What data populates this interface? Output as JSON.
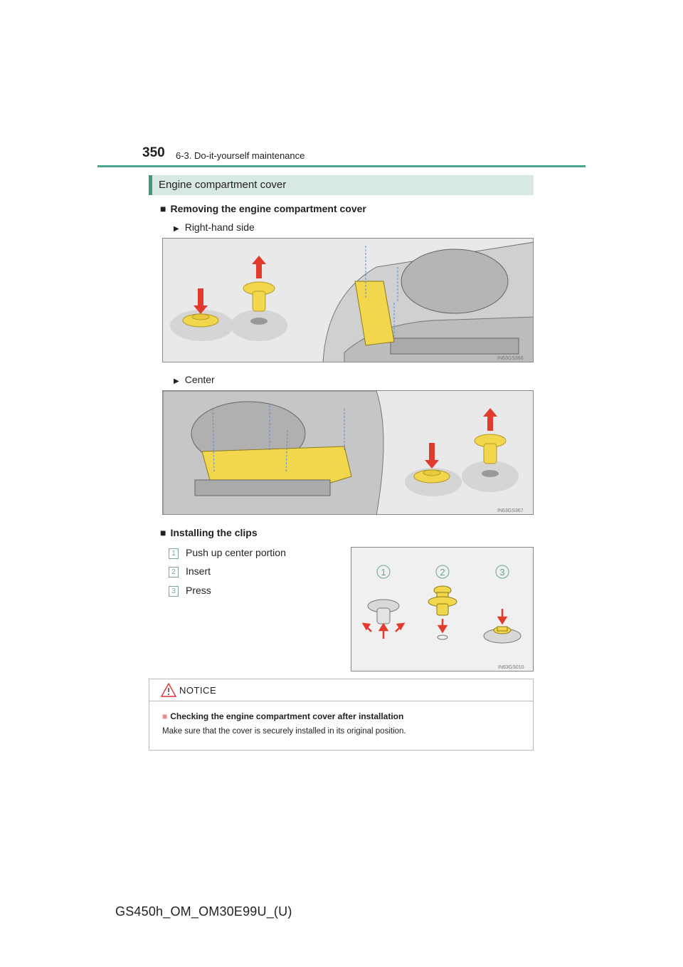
{
  "header": {
    "page_number": "350",
    "section": "6-3. Do-it-yourself maintenance"
  },
  "section_title": "Engine compartment cover",
  "removing": {
    "heading": "Removing the engine compartment cover",
    "right_side_label": "Right-hand side",
    "right_side_image_code": "IN63GS366",
    "center_label": "Center",
    "center_image_code": "IN63GS367"
  },
  "installing": {
    "heading": "Installing the clips",
    "steps": [
      {
        "num": "1",
        "text": "Push up center portion"
      },
      {
        "num": "2",
        "text": "Insert"
      },
      {
        "num": "3",
        "text": "Press"
      }
    ],
    "image_code": "IN63GS010",
    "figure_numbers": [
      "1",
      "2",
      "3"
    ]
  },
  "notice": {
    "title": "NOTICE",
    "subheading": "Checking the engine compartment cover after installation",
    "body": "Make sure that the cover is securely installed in its original position."
  },
  "footer": {
    "manual_code": "GS450h_OM_OM30E99U_(U)"
  },
  "colors": {
    "accent": "#4aa58d",
    "bar_bg": "#d8e9e2",
    "cover_yellow": "#f2d64b",
    "arrow_red": "#e23a2c"
  }
}
